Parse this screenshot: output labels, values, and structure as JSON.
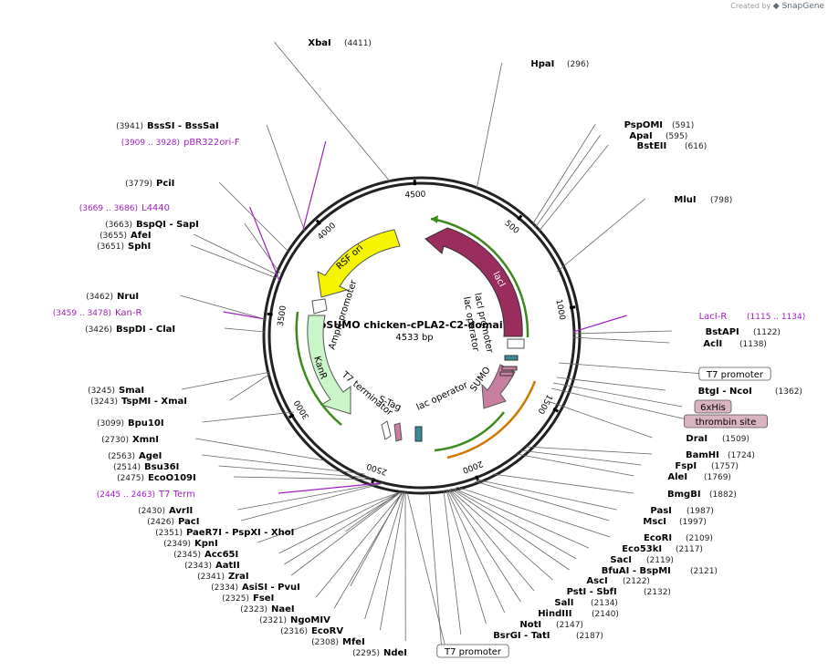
{
  "header": {
    "created_by": "Created by",
    "brand": "SnapGene"
  },
  "plasmid": {
    "name": "pSUMO chicken-cPLA2-C2-domain",
    "length_label": "4533 bp",
    "length": 4533
  },
  "ticks": [
    {
      "bp": 500,
      "label": "500"
    },
    {
      "bp": 1000,
      "label": "1000"
    },
    {
      "bp": 1500,
      "label": "1500"
    },
    {
      "bp": 2000,
      "label": "2000"
    },
    {
      "bp": 2500,
      "label": "2500"
    },
    {
      "bp": 3000,
      "label": "3000"
    },
    {
      "bp": 3500,
      "label": "3500"
    },
    {
      "bp": 4000,
      "label": "4000"
    },
    {
      "bp": 4500,
      "label": "4500"
    }
  ],
  "colors": {
    "lacI": "#9b2d5e",
    "rsf_ori": "#f5f500",
    "kanr": "#c9f5c9",
    "ampr_promoter": "#ffffff",
    "sumo": "#c77fa0",
    "primer": "#a020c0",
    "site_box": "#d9b3c0"
  },
  "features": [
    {
      "id": "lacI",
      "name": "lacI",
      "kind": "cds",
      "color": "#9b2d5e"
    },
    {
      "id": "rsf-ori",
      "name": "RSF ori",
      "kind": "origin",
      "color": "#f5f500"
    },
    {
      "id": "kanr",
      "name": "KanR",
      "kind": "cds",
      "color": "#c9f5c9"
    },
    {
      "id": "ampr-promoter",
      "name": "AmpR promoter",
      "kind": "promoter"
    },
    {
      "id": "laci-promoter",
      "name": "lacI promoter",
      "kind": "promoter"
    },
    {
      "id": "lac-operator-1",
      "name": "lac operator",
      "kind": "misc"
    },
    {
      "id": "sumo",
      "name": "SUMO",
      "kind": "cds",
      "color": "#c77fa0"
    },
    {
      "id": "lac-operator-2",
      "name": "lac operator",
      "kind": "misc"
    },
    {
      "id": "s-tag",
      "name": "S-Tag",
      "kind": "tag"
    },
    {
      "id": "t7-terminator",
      "name": "T7 terminator",
      "kind": "terminator"
    }
  ],
  "sites": [
    {
      "id": "xbai",
      "name": "XbaI",
      "pos": "(4411)"
    },
    {
      "id": "hpai",
      "name": "HpaI",
      "pos": "(296)"
    },
    {
      "id": "pspomi",
      "name": "PspOMI",
      "pos": "(591)"
    },
    {
      "id": "apai",
      "name": "ApaI",
      "pos": "(595)"
    },
    {
      "id": "bsteii",
      "name": "BstEII",
      "pos": "(616)"
    },
    {
      "id": "mlui",
      "name": "MluI",
      "pos": "(798)"
    },
    {
      "id": "lacir",
      "name": "LacI-R",
      "pos": "(1115 .. 1134)",
      "primer": true
    },
    {
      "id": "bstapi",
      "name": "BstAPI",
      "pos": "(1122)"
    },
    {
      "id": "acli",
      "name": "AclI",
      "pos": "(1138)"
    },
    {
      "id": "t7p1",
      "name": "T7 promoter",
      "boxed": "white"
    },
    {
      "id": "btgi",
      "name": "BtgI - NcoI",
      "pos": "(1362)"
    },
    {
      "id": "6xhis",
      "name": "6xHis",
      "boxed": "pink"
    },
    {
      "id": "thrombin",
      "name": "thrombin site",
      "boxed": "pink"
    },
    {
      "id": "drai",
      "name": "DraI",
      "pos": "(1509)"
    },
    {
      "id": "bamhi",
      "name": "BamHI",
      "pos": "(1724)"
    },
    {
      "id": "fspi",
      "name": "FspI",
      "pos": "(1757)"
    },
    {
      "id": "alei",
      "name": "AleI",
      "pos": "(1769)"
    },
    {
      "id": "bmgbi",
      "name": "BmgBI",
      "pos": "(1882)"
    },
    {
      "id": "paspi",
      "name": "PasI",
      "pos": "(1987)"
    },
    {
      "id": "msci",
      "name": "MscI",
      "pos": "(1997)"
    },
    {
      "id": "ecori",
      "name": "EcoRI",
      "pos": "(2109)"
    },
    {
      "id": "eco53ki",
      "name": "Eco53kI",
      "pos": "(2117)"
    },
    {
      "id": "saci",
      "name": "SacI",
      "pos": "(2119)"
    },
    {
      "id": "bfuai",
      "name": "BfuAI - BspMI",
      "pos": "(2121)"
    },
    {
      "id": "asci",
      "name": "AscI",
      "pos": "(2122)"
    },
    {
      "id": "psti",
      "name": "PstI - SbfI",
      "pos": "(2132)"
    },
    {
      "id": "sali",
      "name": "SalI",
      "pos": "(2134)"
    },
    {
      "id": "hindiii",
      "name": "HindIII",
      "pos": "(2140)"
    },
    {
      "id": "noti",
      "name": "NotI",
      "pos": "(2147)"
    },
    {
      "id": "bsrgi",
      "name": "BsrGI - TatI",
      "pos": "(2187)"
    },
    {
      "id": "t7p2",
      "name": "T7 promoter",
      "boxed": "white"
    },
    {
      "id": "ndei",
      "name": "NdeI",
      "pos": "(2295)"
    },
    {
      "id": "mfei",
      "name": "MfeI",
      "pos": "(2308)"
    },
    {
      "id": "ecorv",
      "name": "EcoRV",
      "pos": "(2316)"
    },
    {
      "id": "ngomiv",
      "name": "NgoMIV",
      "pos": "(2321)"
    },
    {
      "id": "naei",
      "name": "NaeI",
      "pos": "(2323)"
    },
    {
      "id": "fsei",
      "name": "FseI",
      "pos": "(2325)"
    },
    {
      "id": "asisi",
      "name": "AsiSI - PvuI",
      "pos": "(2334)"
    },
    {
      "id": "zrai",
      "name": "ZraI",
      "pos": "(2341)"
    },
    {
      "id": "aatii",
      "name": "AatII",
      "pos": "(2343)"
    },
    {
      "id": "acc65i",
      "name": "Acc65I",
      "pos": "(2345)"
    },
    {
      "id": "kpni",
      "name": "KpnI",
      "pos": "(2349)"
    },
    {
      "id": "paer7i",
      "name": "PaeR7I - PspXI - XhoI",
      "pos": "(2351)"
    },
    {
      "id": "paci",
      "name": "PacI",
      "pos": "(2426)"
    },
    {
      "id": "avrii",
      "name": "AvrII",
      "pos": "(2430)"
    },
    {
      "id": "t7term",
      "name": "T7 Term",
      "pos": "(2445 .. 2463)",
      "primer": true
    },
    {
      "id": "eco0109i",
      "name": "EcoO109I",
      "pos": "(2475)"
    },
    {
      "id": "bsu36i",
      "name": "Bsu36I",
      "pos": "(2514)"
    },
    {
      "id": "agei",
      "name": "AgeI",
      "pos": "(2563)"
    },
    {
      "id": "xmni",
      "name": "XmnI",
      "pos": "(2730)"
    },
    {
      "id": "bpu10i",
      "name": "Bpu10I",
      "pos": "(3099)"
    },
    {
      "id": "tspmi",
      "name": "TspMI - XmaI",
      "pos": "(3243)"
    },
    {
      "id": "smai",
      "name": "SmaI",
      "pos": "(3245)"
    },
    {
      "id": "bspdi",
      "name": "BspDI - ClaI",
      "pos": "(3426)"
    },
    {
      "id": "kanr-primer",
      "name": "Kan-R",
      "pos": "(3459 .. 3478)",
      "primer": true
    },
    {
      "id": "nrui",
      "name": "NruI",
      "pos": "(3462)"
    },
    {
      "id": "sphi",
      "name": "SphI",
      "pos": "(3651)"
    },
    {
      "id": "afei",
      "name": "AfeI",
      "pos": "(3655)"
    },
    {
      "id": "bspqi",
      "name": "BspQI - SapI",
      "pos": "(3663)"
    },
    {
      "id": "l4440",
      "name": "L4440",
      "pos": "(3669 .. 3686)",
      "primer": true
    },
    {
      "id": "pcii",
      "name": "PciI",
      "pos": "(3779)"
    },
    {
      "id": "pbr322",
      "name": "pBR322ori-F",
      "pos": "(3909 .. 3928)",
      "primer": true
    },
    {
      "id": "bsssi",
      "name": "BssSI - BssSaI",
      "pos": "(3941)"
    }
  ]
}
